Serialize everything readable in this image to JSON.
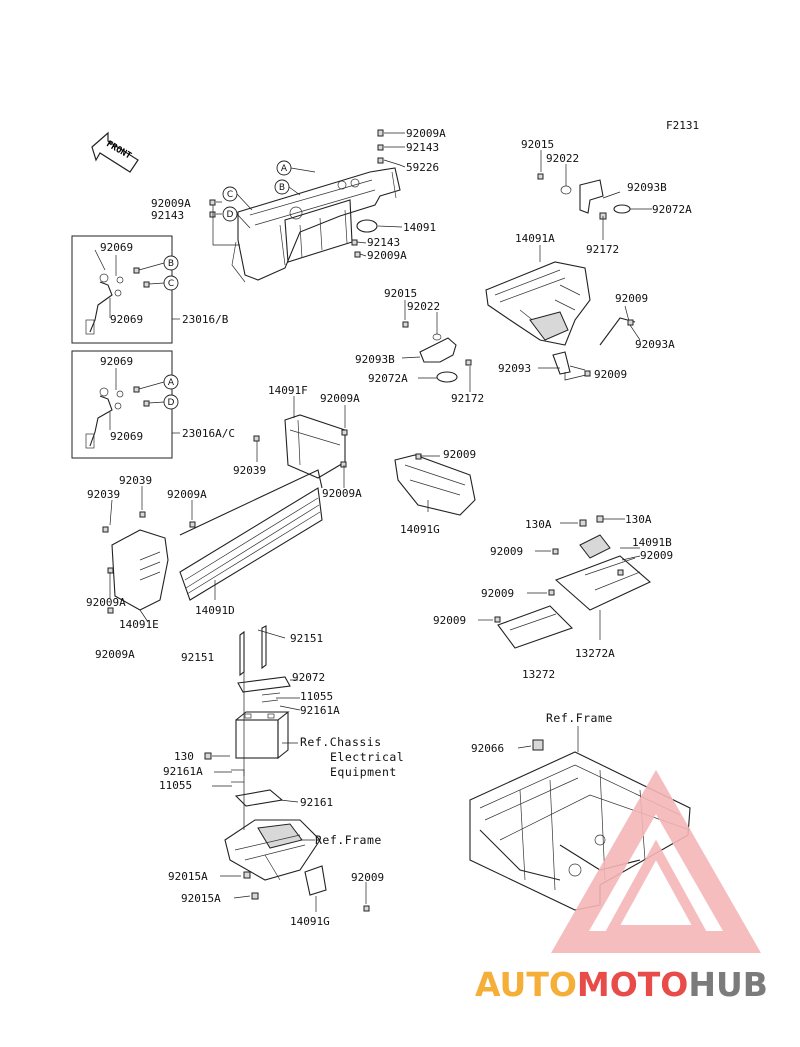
{
  "figure_id": "F2131",
  "front_arrow": "FRONT",
  "callouts": [
    "A",
    "B",
    "C",
    "D"
  ],
  "refs": {
    "chassis": [
      "Ref.Chassis",
      "Electrical",
      "Equipment"
    ],
    "frame_lower": "Ref.Frame",
    "frame_right": "Ref.Frame"
  },
  "labels": {
    "l1": "92009A",
    "l2": "92143",
    "l3": "59226",
    "l4": "92009A",
    "l5": "92143",
    "l6": "14091",
    "l7": "92143",
    "l8": "92009A",
    "l9": "92069",
    "l10": "92069",
    "l11": "23016/B",
    "l12": "92069",
    "l13": "92069",
    "l14": "23016A/C",
    "l15": "92015",
    "l16": "92022",
    "l17": "92093B",
    "l18": "92072A",
    "l19": "92172",
    "l20": "14091A",
    "l21": "92009",
    "l22": "92093A",
    "l23": "92093",
    "l24": "92009",
    "l25": "92015",
    "l26": "92022",
    "l27": "92093B",
    "l28": "92072A",
    "l29": "92172",
    "l30": "14091F",
    "l31": "92009A",
    "l32": "92039",
    "l33": "92039",
    "l34": "92039",
    "l35": "92009A",
    "l36": "92009A",
    "l37": "92009A",
    "l38": "14091E",
    "l39": "14091D",
    "l40": "92009A",
    "l41": "92009",
    "l42": "14091G",
    "l43": "130A",
    "l44": "130A",
    "l45": "92009",
    "l46": "14091B",
    "l47": "92009",
    "l48": "92009",
    "l49": "92009",
    "l50": "13272A",
    "l51": "13272",
    "l52": "92151",
    "l53": "92151",
    "l54": "92072",
    "l55": "11055",
    "l56": "92161A",
    "l57": "130",
    "l58": "92161A",
    "l59": "11055",
    "l60": "92161",
    "l61": "92015A",
    "l62": "92015A",
    "l63": "14091G",
    "l64": "92009",
    "l65": "92066"
  },
  "watermark": {
    "part1": "AUTO",
    "part2": "MOTO",
    "part3": "HUB"
  },
  "colors": {
    "watermark_orange": "#f5a623",
    "watermark_red": "#e53935",
    "watermark_gray": "#6d6d6d",
    "triangle": "#f4b6b6"
  }
}
